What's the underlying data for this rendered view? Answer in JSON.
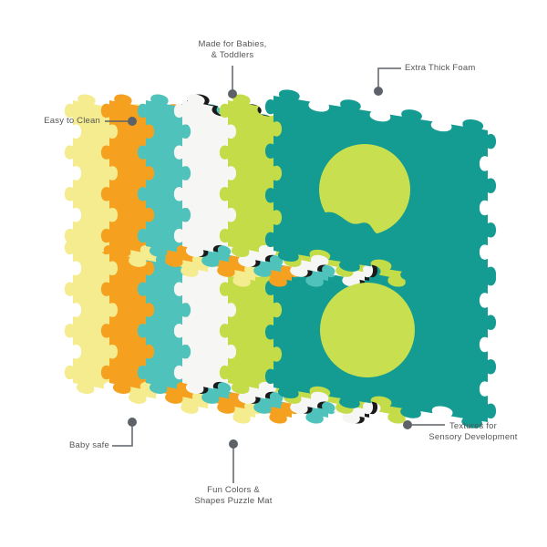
{
  "colors": {
    "yellow": "#f4ec8e",
    "orange": "#f5a11f",
    "teal": "#4fc3bb",
    "white": "#f6f7f4",
    "lime": "#c3dc48",
    "dark_teal": "#149c93",
    "circle": "#c8e04f",
    "black": "#1a1a1a",
    "callout": "#5d6268"
  },
  "callouts": {
    "made_for": {
      "line1": "Made for Babies,",
      "line2": "& Toddlers"
    },
    "extra_thick": {
      "line1": "Extra Thick Foam"
    },
    "easy_clean": {
      "line1": "Easy to Clean"
    },
    "baby_safe": {
      "line1": "Baby safe"
    },
    "fun_colors": {
      "line1": "Fun Colors &",
      "line2": "Shapes Puzzle Mat"
    },
    "textures": {
      "line1": "Textures for",
      "line2": "Sensory Development"
    }
  }
}
